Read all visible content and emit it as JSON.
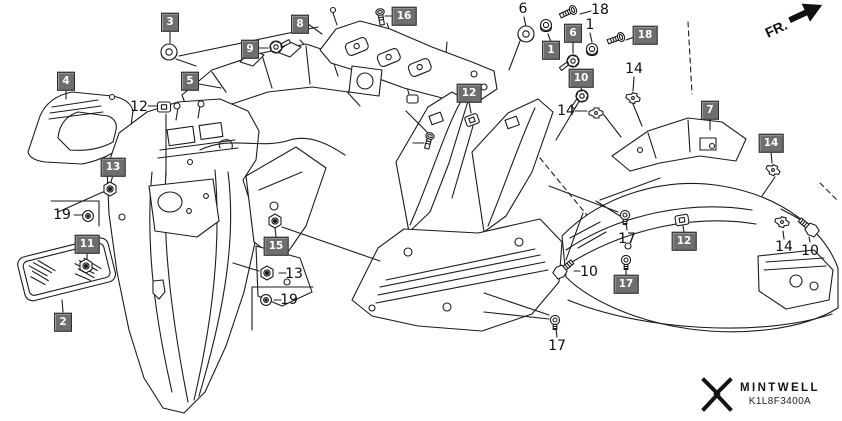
{
  "page": {
    "background": "#ffffff",
    "line_color": "#1c1c1c",
    "label_box_fill": "#6e6e6e",
    "label_box_text_color": "#ffffff",
    "plain_label_color": "#0d0d0d"
  },
  "header": {
    "direction_label": "FR."
  },
  "branding": {
    "name": "MINTWELL",
    "part_code": "K1L8F3400A"
  },
  "callouts": {
    "boxed": [
      {
        "label": "3"
      },
      {
        "label": "9"
      },
      {
        "label": "4"
      },
      {
        "label": "5"
      },
      {
        "label": "8"
      },
      {
        "label": "16"
      },
      {
        "label": "1"
      },
      {
        "label": "6"
      },
      {
        "label": "18"
      },
      {
        "label": "10"
      },
      {
        "label": "12"
      },
      {
        "label": "7"
      },
      {
        "label": "14"
      },
      {
        "label": "13"
      },
      {
        "label": "11"
      },
      {
        "label": "2"
      },
      {
        "label": "15"
      },
      {
        "label": "12"
      },
      {
        "label": "17"
      }
    ],
    "plain": [
      {
        "label": "12"
      },
      {
        "label": "6"
      },
      {
        "label": "18"
      },
      {
        "label": "1"
      },
      {
        "label": "14"
      },
      {
        "label": "14"
      },
      {
        "label": "19"
      },
      {
        "label": "13"
      },
      {
        "label": "19"
      },
      {
        "label": "17"
      },
      {
        "label": "10"
      },
      {
        "label": "17"
      },
      {
        "label": "14"
      },
      {
        "label": "10"
      }
    ]
  },
  "icons": {
    "fasteners": [
      "grommet-icon",
      "collar-icon",
      "bolt-icon",
      "screw-icon",
      "nut-icon",
      "washer-icon",
      "clip-icon"
    ],
    "direction": "front-arrow-icon",
    "brand": "brand-logo-icon"
  }
}
